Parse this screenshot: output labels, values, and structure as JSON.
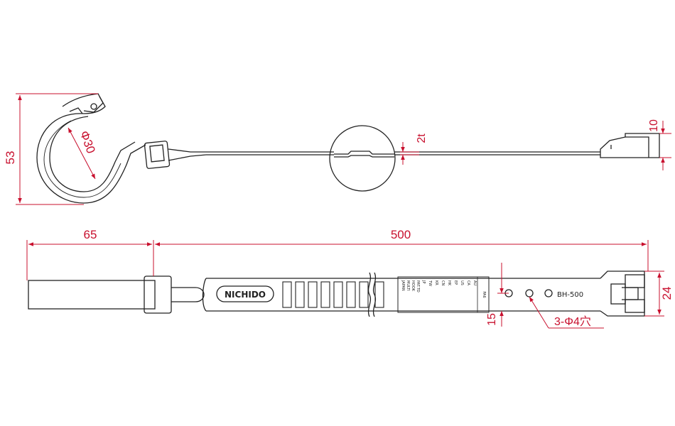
{
  "dimensions": {
    "hook_height": "53",
    "hook_diameter": "Φ30",
    "thickness": "2t",
    "head_height": "10",
    "handle_length": "65",
    "strap_length": "500",
    "strap_width": "24",
    "hole_offset": "15",
    "holes": "3-Φ4穴"
  },
  "strap": {
    "logo": "NICHIDO",
    "model": "BH-500",
    "material": "PA6",
    "label_lines": [
      "JAPAN",
      "MULTI",
      "HOOK",
      "PAT.TD"
    ],
    "countries": [
      "JP",
      "TW",
      "KR",
      "CN",
      "HK",
      "EP",
      "US",
      "CA",
      "AU"
    ]
  },
  "colors": {
    "dimension": "#c8102e",
    "outline": "#222222"
  }
}
